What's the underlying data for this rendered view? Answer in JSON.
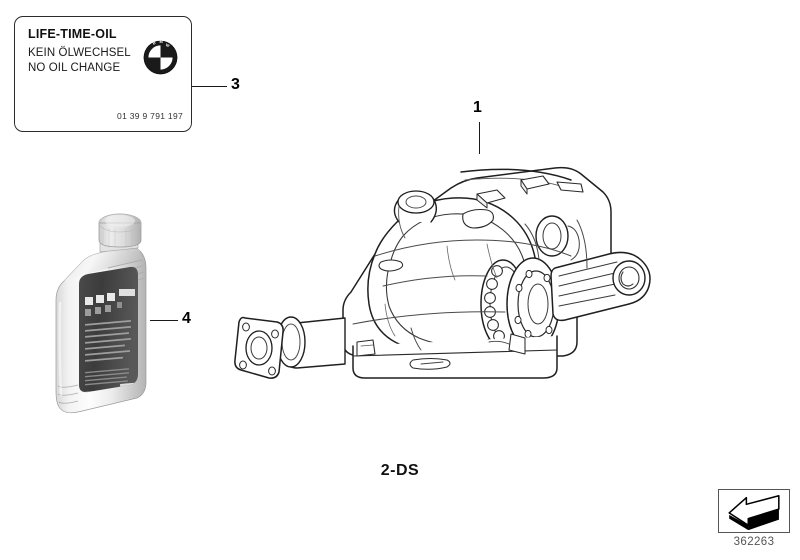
{
  "diagram": {
    "label": "2-DS",
    "number": "362263",
    "background_color": "#ffffff",
    "line_color": "#1a1a1a"
  },
  "sticker": {
    "title": "LIFE-TIME-OIL",
    "line_de": "KEIN ÖLWECHSEL",
    "line_en": "NO OIL CHANGE",
    "part_number": "01 39 9 791 197",
    "logo_icon": "bmw-roundel-icon"
  },
  "callouts": [
    {
      "id": "1",
      "label": "1",
      "target": "differential-housing"
    },
    {
      "id": "3",
      "label": "3",
      "target": "oil-sticker"
    },
    {
      "id": "4",
      "label": "4",
      "target": "oil-bottle"
    }
  ],
  "parts": {
    "differential": {
      "name": "rear-axle-differential",
      "callout": "1"
    },
    "oil_bottle": {
      "name": "oil-bottle-1-litre",
      "callout": "4"
    },
    "oil_sticker": {
      "name": "life-time-oil-sticker",
      "callout": "3"
    }
  },
  "corner": {
    "icon": "installation-direction-arrow-icon",
    "number": "362263"
  }
}
